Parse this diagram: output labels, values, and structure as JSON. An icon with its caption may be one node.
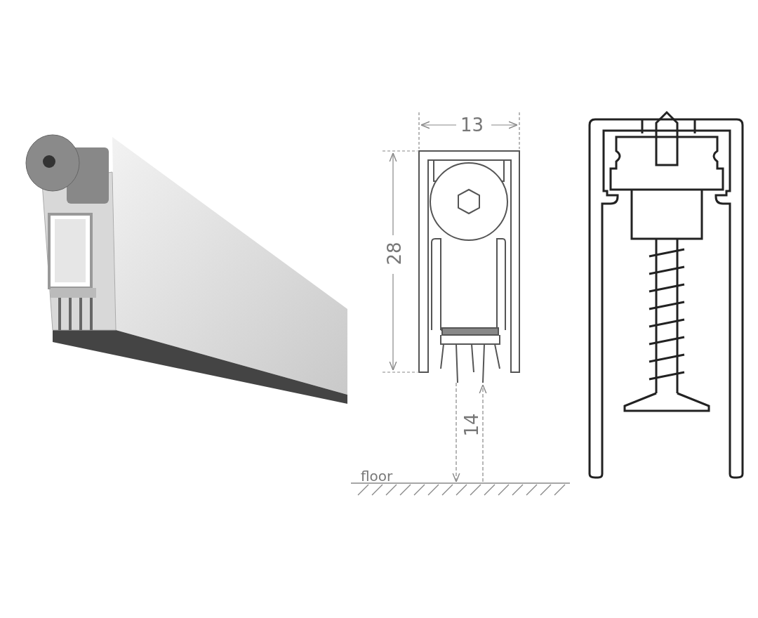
{
  "diagram": {
    "labels": [
      "13",
      "28",
      "14",
      "floor"
    ]
  }
}
